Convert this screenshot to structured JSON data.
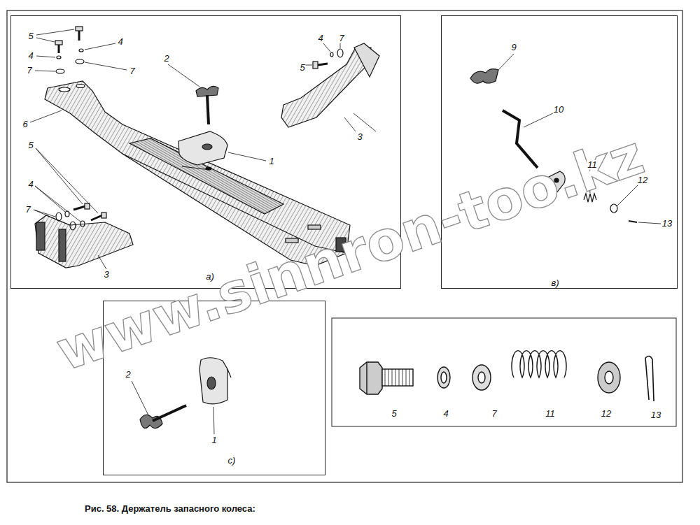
{
  "diagram": {
    "caption": "Рис. 58. Держатель запасного колеса:",
    "nodes": [
      {
        "text": [
          "а)"
        ]
      },
      {
        "text": [
          "в)"
        ]
      },
      {
        "text": [
          "с)"
        ]
      }
    ],
    "labels": [
      "5",
      "4",
      "7",
      "4",
      "7",
      "2",
      "4",
      "7",
      "5",
      "3",
      "6",
      "1",
      "5",
      "4",
      "7",
      "3",
      "9",
      "10",
      "11",
      "12",
      "13",
      "2",
      "1",
      "5",
      "4",
      "7",
      "11",
      "12",
      "13",
      "www.sinnron-too.kz"
    ]
  }
}
